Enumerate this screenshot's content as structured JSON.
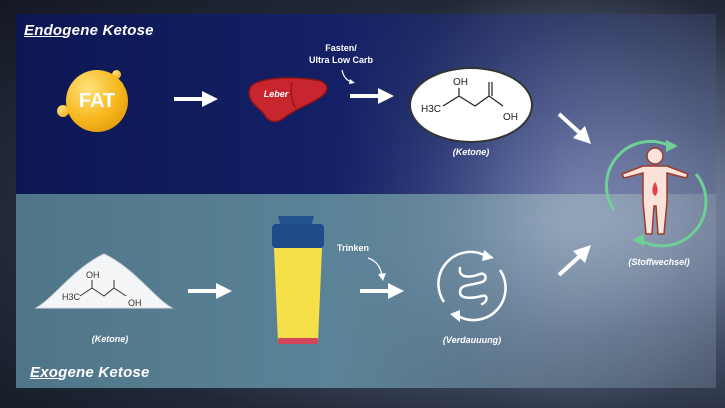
{
  "top": {
    "title_prefix": "Endo",
    "title_rest": "gene Ketose",
    "fat_label": "FAT",
    "liver_label": "Leber",
    "fasting_line1": "Fasten/",
    "fasting_line2": "Ultra Low Carb",
    "ketone_label": "(Ketone)",
    "molecule_oh": "OH",
    "molecule_ch3": "H3C",
    "molecule_oh2": "OH"
  },
  "bottom": {
    "title_prefix": "Exo",
    "title_rest": "gene Ketose",
    "ketone_label": "(Ketone)",
    "drink_label": "Trinken",
    "digestion_label": "(Verdauuung)",
    "molecule_oh": "OH",
    "molecule_ch3": "H3C",
    "molecule_oh2": "OH"
  },
  "metabolism_label": "(Stoffwechsel)",
  "colors": {
    "top_panel": "#142065",
    "bottom_panel": "#5b8397",
    "fat": "#f6b51a",
    "liver": "#c8262e",
    "shaker_cup": "#f5e04a",
    "shaker_lid": "#1f4a8a",
    "cycle_green": "#6fcf97",
    "body_fill": "#fbe3dc"
  }
}
